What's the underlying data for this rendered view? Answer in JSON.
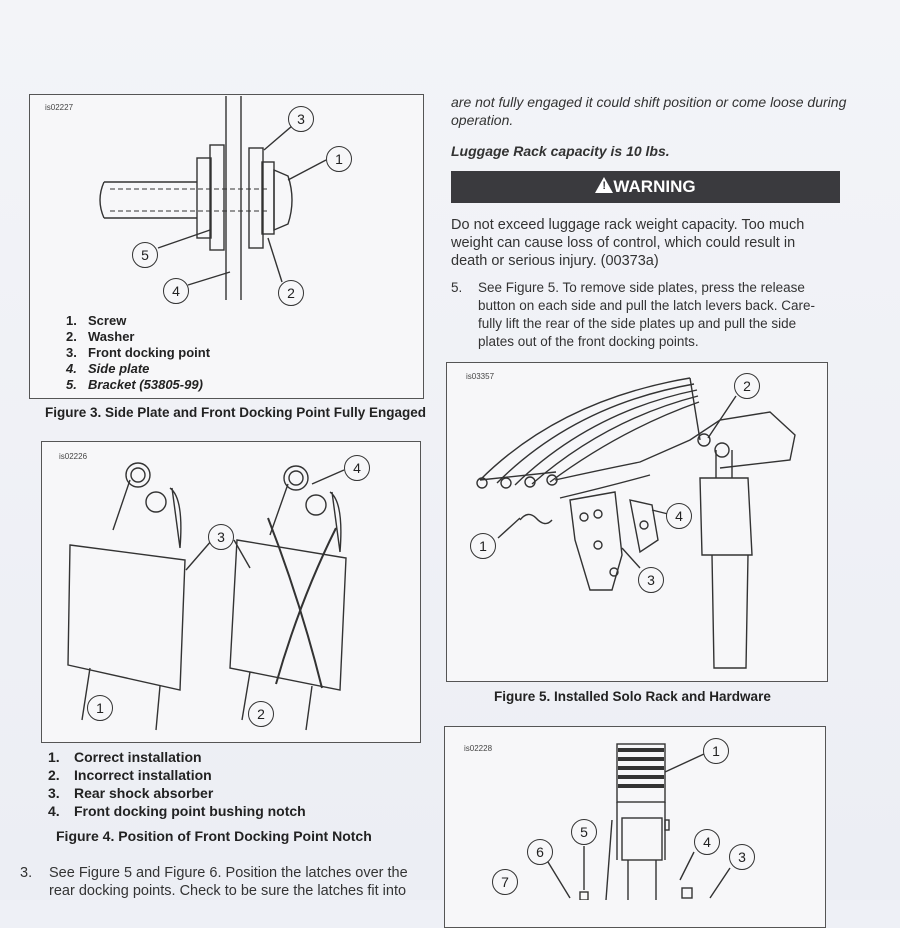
{
  "figure3": {
    "id": "is02227",
    "callouts": [
      "3",
      "1",
      "5",
      "4",
      "2"
    ],
    "legend": [
      {
        "n": "1.",
        "t": "Screw"
      },
      {
        "n": "2.",
        "t": "Washer"
      },
      {
        "n": "3.",
        "t": "Front docking point"
      },
      {
        "n": "4.",
        "t": "Side plate"
      },
      {
        "n": "5.",
        "t": "Bracket (53805-99)"
      }
    ],
    "caption": "Figure 3. Side Plate and Front Docking Point Fully Engaged"
  },
  "figure4": {
    "id": "is02226",
    "callouts": [
      "4",
      "3",
      "1",
      "2"
    ],
    "legend": [
      {
        "n": "1.",
        "t": "Correct installation"
      },
      {
        "n": "2.",
        "t": "Incorrect installation"
      },
      {
        "n": "3.",
        "t": "Rear shock absorber"
      },
      {
        "n": "4.",
        "t": "Front docking point bushing notch"
      }
    ],
    "caption": "Figure 4. Position of Front Docking Point Notch"
  },
  "step3": {
    "num": "3.",
    "line1": "See Figure 5 and Figure 6. Position the latches over the",
    "line2": "rear docking points. Check to be sure the latches fit into"
  },
  "right_top": {
    "line1": "are not fully engaged it could shift position or come loose during",
    "line2": "operation.",
    "capacity_prefix": "Luggage Rack capacity is ",
    "capacity_value": "10 lbs."
  },
  "warning": {
    "label": "WARNING",
    "accent": "#3a3a3e",
    "line1": "Do not exceed luggage rack weight capacity. Too much",
    "line2": "weight can cause loss of control, which could result in",
    "line3": "death or serious injury. (00373a)"
  },
  "step5": {
    "num": "5.",
    "line1": "See Figure 5. To remove side plates, press the release",
    "line2": "button on each side and pull the latch levers back. Care-",
    "line3": "fully lift the rear of the side plates up and pull the side",
    "line4": "plates out of the front docking points."
  },
  "figure5": {
    "id": "is03357",
    "callouts": [
      "2",
      "4",
      "1",
      "3"
    ],
    "caption": "Figure 5. Installed Solo Rack and Hardware"
  },
  "figure6": {
    "id": "is02228",
    "callouts": [
      "1",
      "5",
      "6",
      "4",
      "3",
      "7"
    ]
  }
}
